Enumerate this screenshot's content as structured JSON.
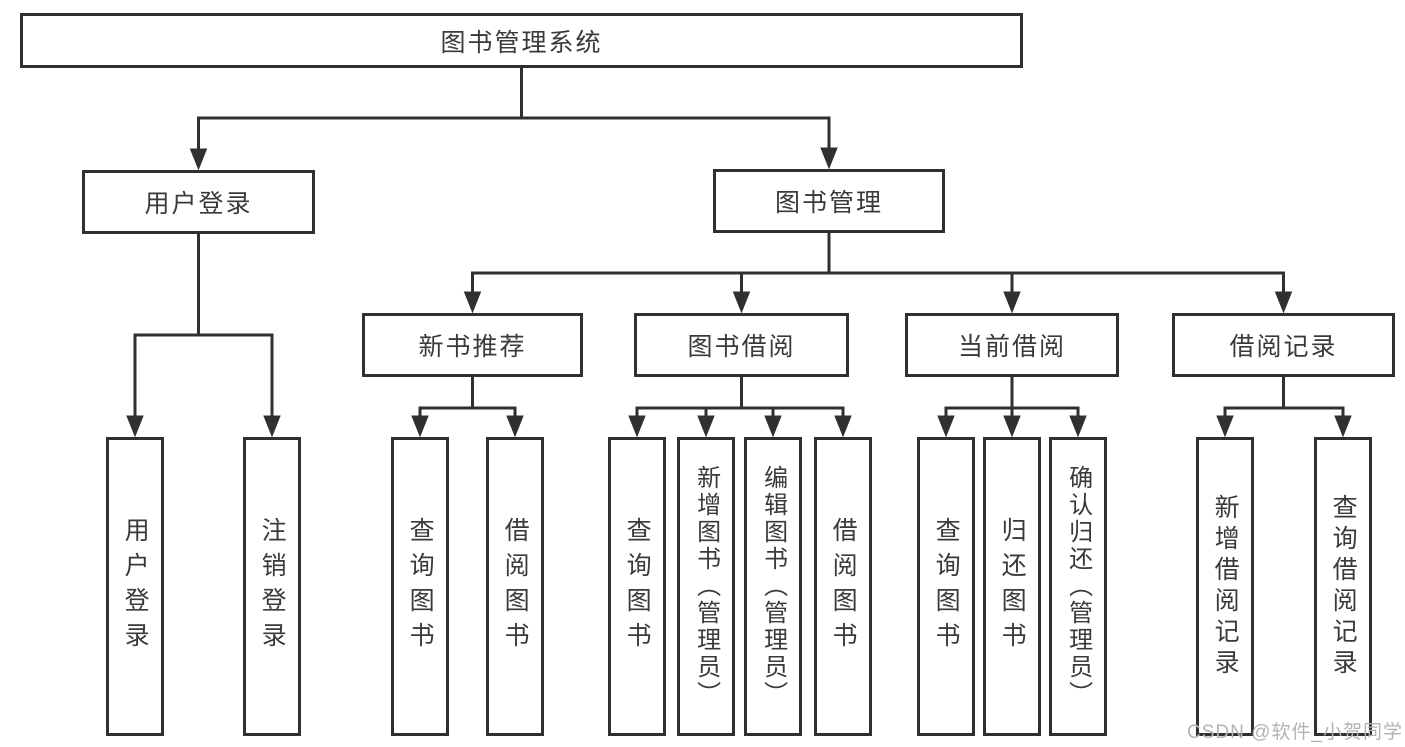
{
  "tree": {
    "root": "图书管理系统",
    "children": [
      {
        "label": "用户登录",
        "children": [
          "用户登录",
          "注销登录"
        ]
      },
      {
        "label": "图书管理",
        "children": [
          {
            "label": "新书推荐",
            "children": [
              "查询图书",
              "借阅图书"
            ]
          },
          {
            "label": "图书借阅",
            "children": [
              "查询图书",
              "新增图书（管理员）",
              "编辑图书（管理员）",
              "借阅图书"
            ]
          },
          {
            "label": "当前借阅",
            "children": [
              "查询图书",
              "归还图书",
              "确认归还（管理员）"
            ]
          },
          {
            "label": "借阅记录",
            "children": [
              "新增借阅记录",
              "查询借阅记录"
            ]
          }
        ]
      }
    ]
  },
  "watermark": "CSDN @软件_小贺同学",
  "colors": {
    "line": "#303030",
    "text": "#3a3a3a",
    "background": "#ffffff",
    "watermark": "#b3b3b3"
  }
}
